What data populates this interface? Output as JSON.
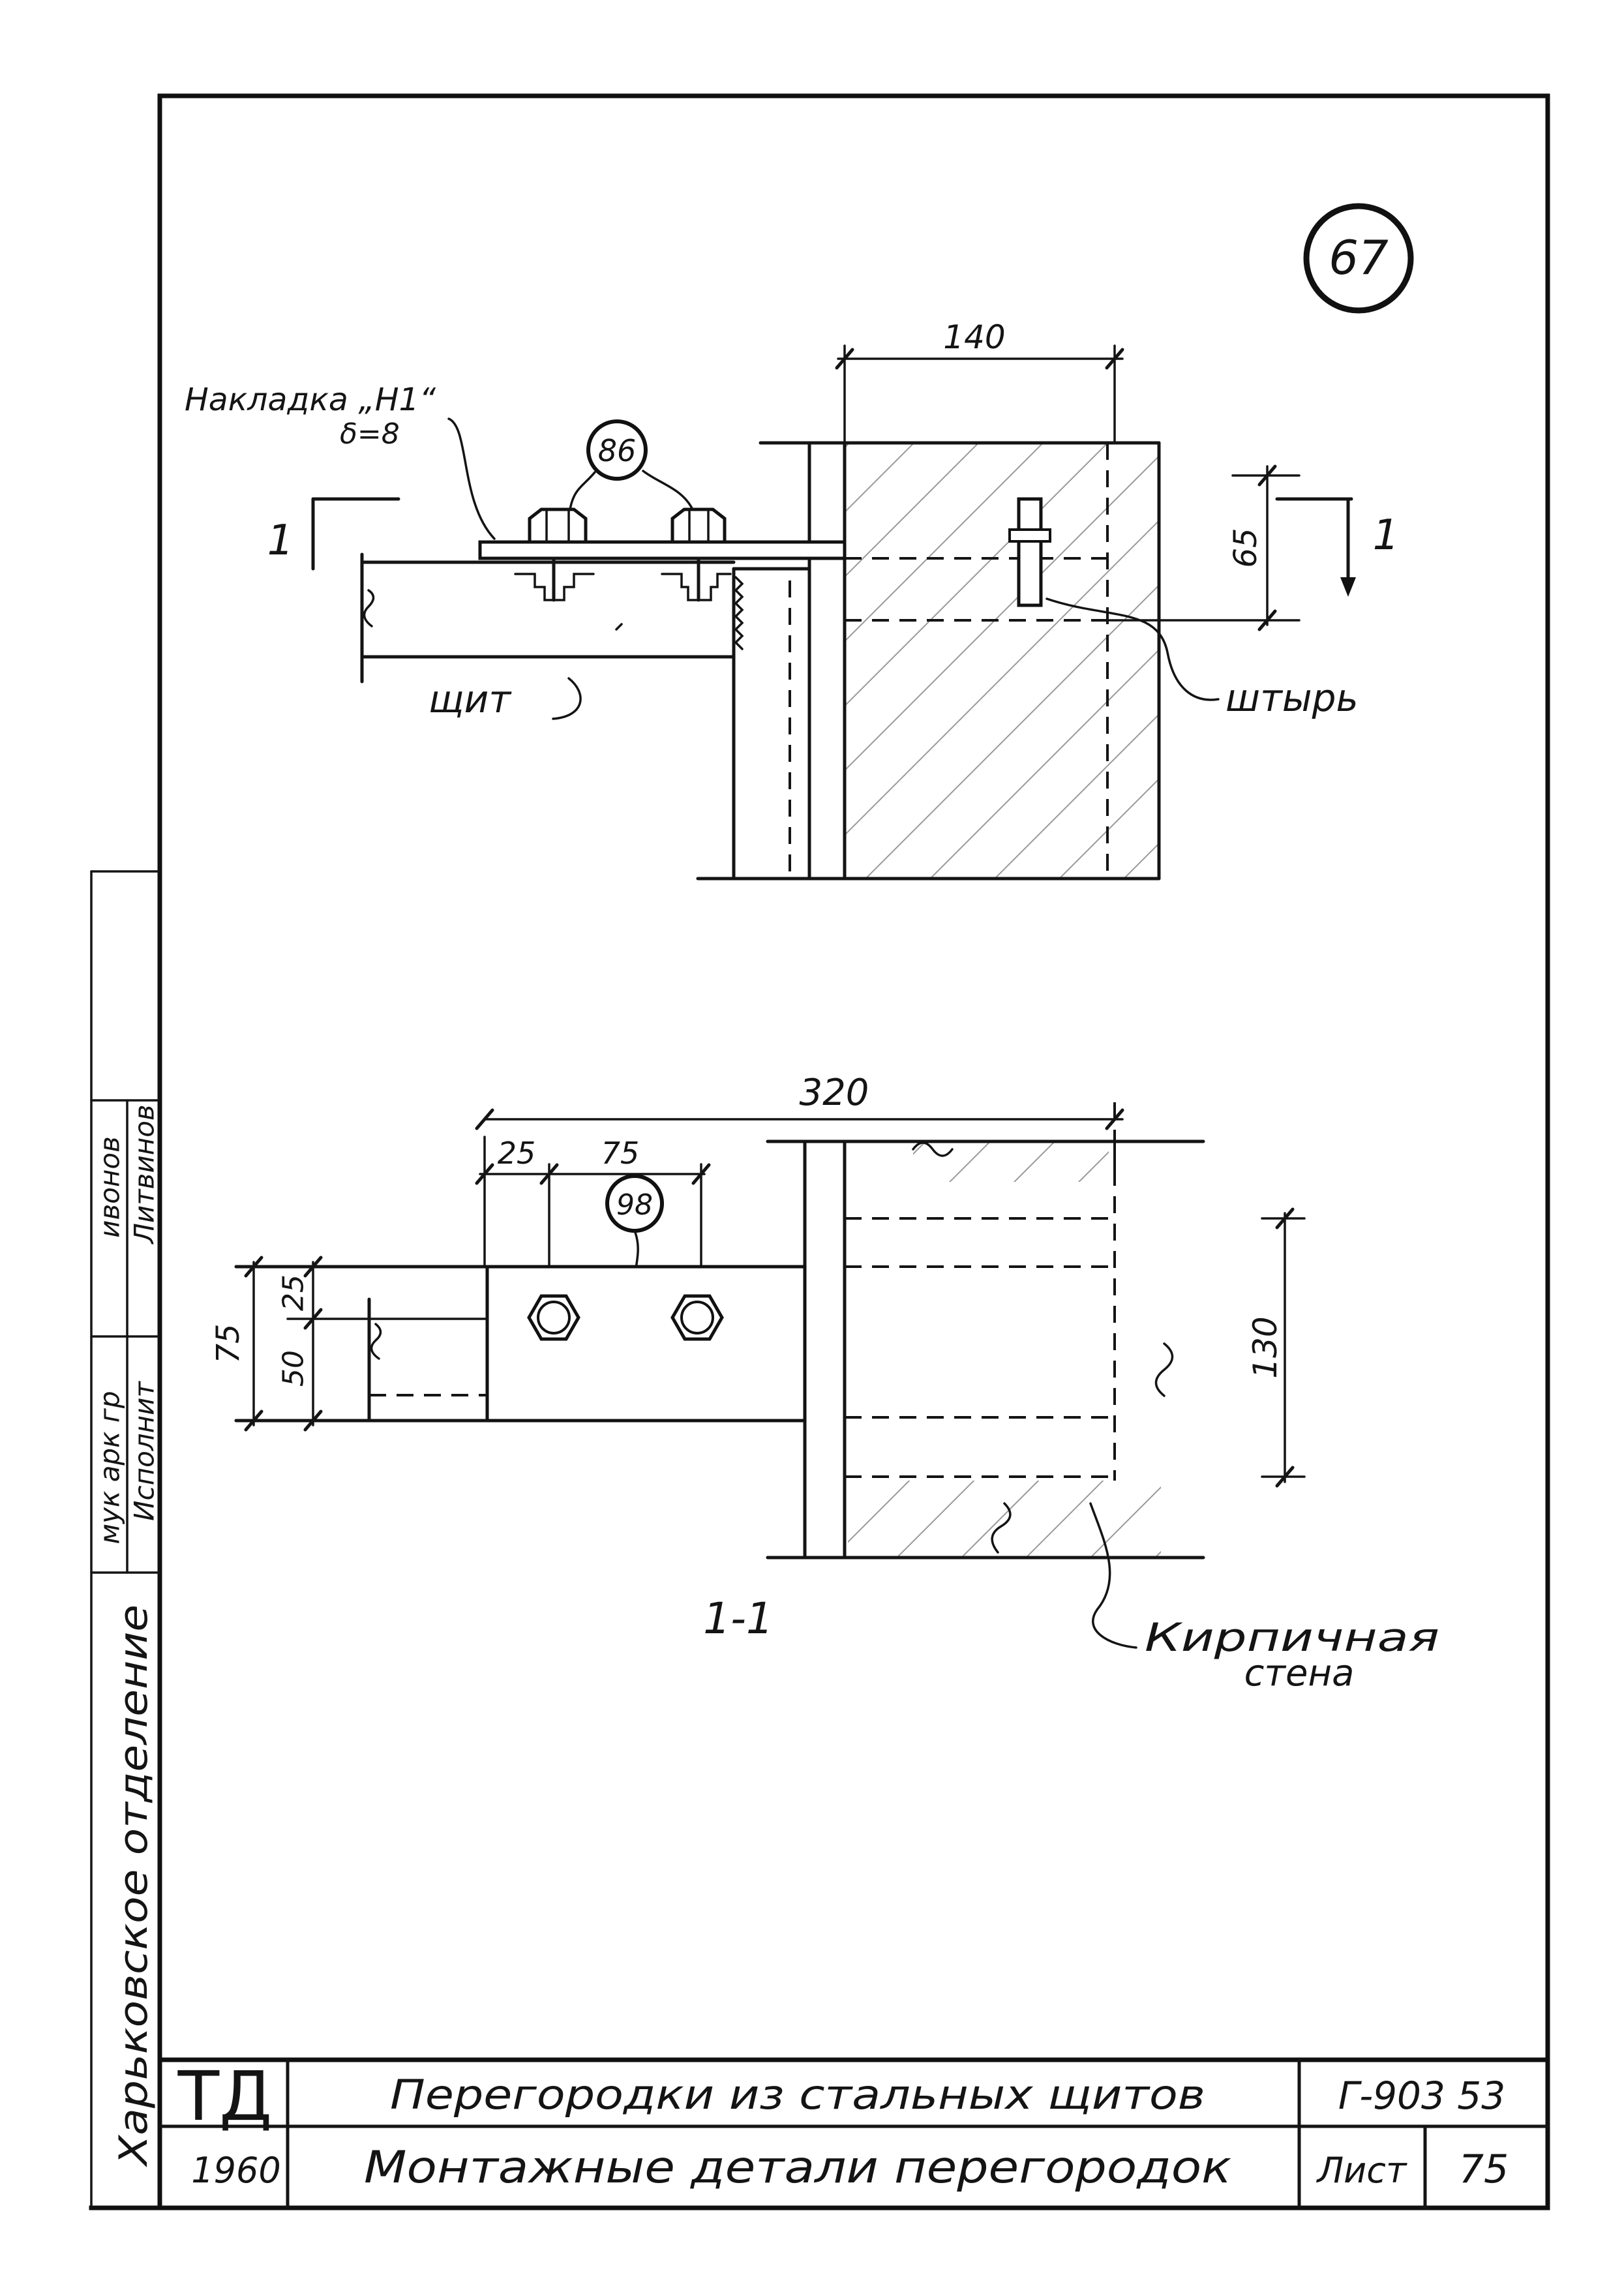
{
  "sheet": {
    "number_circle": "67"
  },
  "plan_view": {
    "labels": {
      "overlay": "Накладка „Н1“",
      "thickness": "δ=8",
      "panel": "щит",
      "pin": "штырь"
    },
    "callout": "86",
    "section_mark_left": "1",
    "section_mark_right": "1",
    "dimensions": {
      "wall_width": "140",
      "pin_zone": "65"
    }
  },
  "section_view": {
    "title": "1-1",
    "callout": "98",
    "wall_label": [
      "Кирпичная",
      "стена"
    ],
    "dimensions": {
      "total": "320",
      "edge": "25",
      "bolt_spacing": "75",
      "plate_height": "75",
      "upper": "25",
      "lower": "50",
      "wall_span": "130"
    }
  },
  "side_stamp": {
    "department": "Харьковское отделение",
    "role_1": "мук арк гр",
    "role_2": "Исполнит",
    "name_1": "ивонов",
    "name_2": "Литвинов"
  },
  "title_block": {
    "org": "ТД",
    "year": "1960",
    "title": "Перегородки из стальных щитов",
    "subtitle": "Монтажные детали перегородок",
    "series": "Г-903 53",
    "sheet_label": "Лист",
    "sheet_number": "75"
  }
}
